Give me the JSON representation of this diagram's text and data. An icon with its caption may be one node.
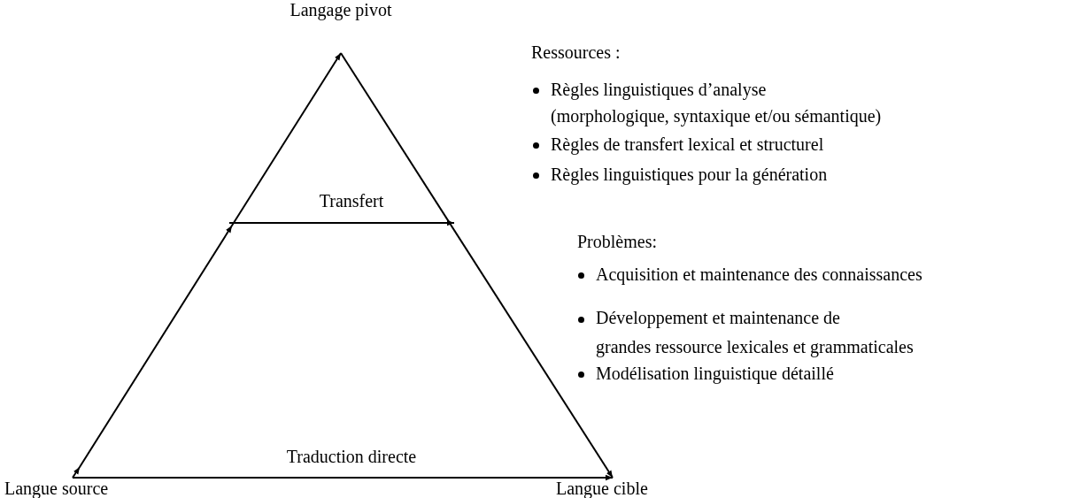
{
  "diagram": {
    "nodes": [
      {
        "text": [
          "Langue source"
        ]
      },
      {
        "text": [
          "Langage pivot"
        ]
      },
      {
        "text": [
          "Langue cible"
        ]
      }
    ],
    "edges": [
      {
        "from": 0,
        "to": 1,
        "arrow": "to"
      },
      {
        "from": 1,
        "to": 2,
        "arrow": "to"
      },
      {
        "from": 0,
        "to": 2,
        "arrow": "to",
        "label": "Traduction directe"
      }
    ],
    "labels": [
      "Transfert",
      "Ressources :",
      "Règles linguistiques d’analyse (morphologique, syntaxique et/ou sémantique)",
      "Règles de transfert lexical et structurel",
      "Règles linguistiques pour la génération",
      "Problèmes:",
      "Acquisition et maintenance des connaissances",
      "Développement et maintenance de grandes ressource lexicales et grammaticales",
      "Modélisation linguistique détaillé"
    ]
  }
}
